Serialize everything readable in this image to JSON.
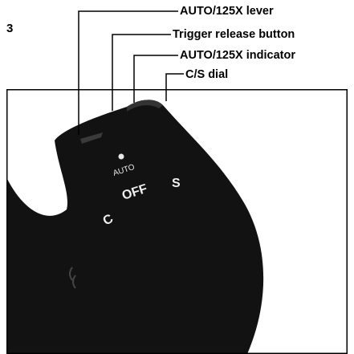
{
  "figure_number": "3",
  "callouts": [
    {
      "id": "lever",
      "text": "AUTO/125X lever"
    },
    {
      "id": "trigger",
      "text": "Trigger release button"
    },
    {
      "id": "indicator",
      "text": "AUTO/125X indicator"
    },
    {
      "id": "dial",
      "text": "C/S dial"
    }
  ],
  "photo_markings": {
    "auto": "AUTO",
    "off": "OFF",
    "c": "C",
    "s": "S"
  }
}
